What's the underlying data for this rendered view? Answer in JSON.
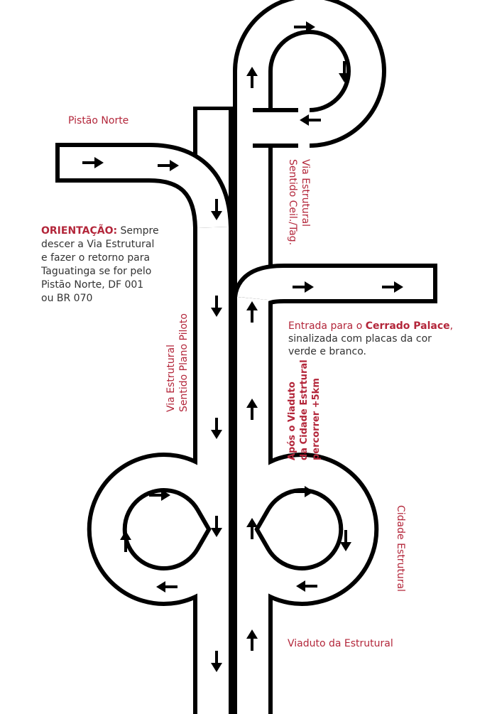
{
  "colors": {
    "road": "#000000",
    "accent": "#b3263a",
    "text": "#333333",
    "background": "#ffffff"
  },
  "labels": {
    "pistao_norte": "Pistão Norte",
    "via_estrutural_ceil": [
      "Via Estrutural",
      "Sentido Ceil./Tag."
    ],
    "via_estrutural_plano": [
      "Via Estrutural",
      "Sentido Plano Piloto"
    ],
    "orientacao": {
      "title": "ORIENTAÇÃO:",
      "line1": " Sempre",
      "line2": "descer a Via Estrutural",
      "line3": "e fazer o retorno para",
      "line4": "Taguatinga se for pelo",
      "line5": "Pistão Norte, DF 001",
      "line6": "ou BR 070"
    },
    "entrada": {
      "prefix": "Entrada para o ",
      "name": "Cerrado Palace",
      "suffix": ",",
      "line2": "sinalizada com placas da cor",
      "line3": "verde e branco."
    },
    "apos_viaduto": [
      "Após o Viaduto",
      "da Cidade Estrtural",
      "percorrer  +5km"
    ],
    "cidade_estrutural": "Cidade Estrutural",
    "viaduto_estrutural": "Viaduto da Estrutural"
  },
  "icons": [
    "arrow-right-icon",
    "arrow-left-icon",
    "arrow-up-icon",
    "arrow-down-icon"
  ]
}
